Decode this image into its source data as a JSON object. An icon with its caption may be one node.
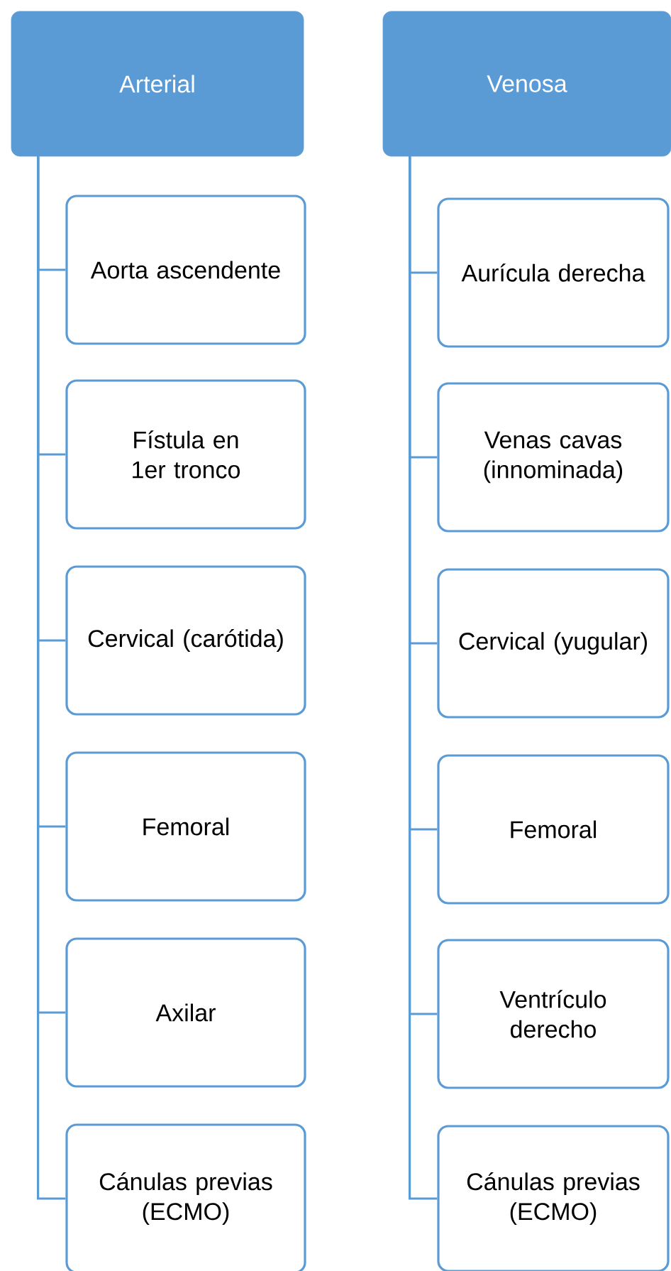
{
  "diagram": {
    "nodes": [
      {
        "text": [
          "Arterial"
        ]
      },
      {
        "text": [
          "Aorta ascendente"
        ]
      },
      {
        "text": [
          "Fístula en 1er tronco"
        ]
      },
      {
        "text": [
          "Cervical (carótida)"
        ]
      },
      {
        "text": [
          "Femoral"
        ]
      },
      {
        "text": [
          "Axilar"
        ]
      },
      {
        "text": [
          "Cánulas previas (ECMO)"
        ]
      },
      {
        "text": [
          "Venosa"
        ]
      },
      {
        "text": [
          "Aurícula derecha"
        ]
      },
      {
        "text": [
          "Venas cavas (innominada)"
        ]
      },
      {
        "text": [
          "Cervical (yugular)"
        ]
      },
      {
        "text": [
          "Femoral"
        ]
      },
      {
        "text": [
          "Ventrículo derecho"
        ]
      },
      {
        "text": [
          "Cánulas previas (ECMO)"
        ]
      }
    ],
    "edges": [
      {
        "from": 0,
        "to": 1,
        "arrow": "none"
      },
      {
        "from": 0,
        "to": 2,
        "arrow": "none"
      },
      {
        "from": 0,
        "to": 3,
        "arrow": "none"
      },
      {
        "from": 0,
        "to": 4,
        "arrow": "none"
      },
      {
        "from": 0,
        "to": 5,
        "arrow": "none"
      },
      {
        "from": 0,
        "to": 6,
        "arrow": "none"
      },
      {
        "from": 7,
        "to": 8,
        "arrow": "none"
      },
      {
        "from": 7,
        "to": 9,
        "arrow": "none"
      },
      {
        "from": 7,
        "to": 10,
        "arrow": "none"
      },
      {
        "from": 7,
        "to": 11,
        "arrow": "none"
      },
      {
        "from": 7,
        "to": 12,
        "arrow": "none"
      },
      {
        "from": 7,
        "to": 13,
        "arrow": "none"
      }
    ]
  }
}
